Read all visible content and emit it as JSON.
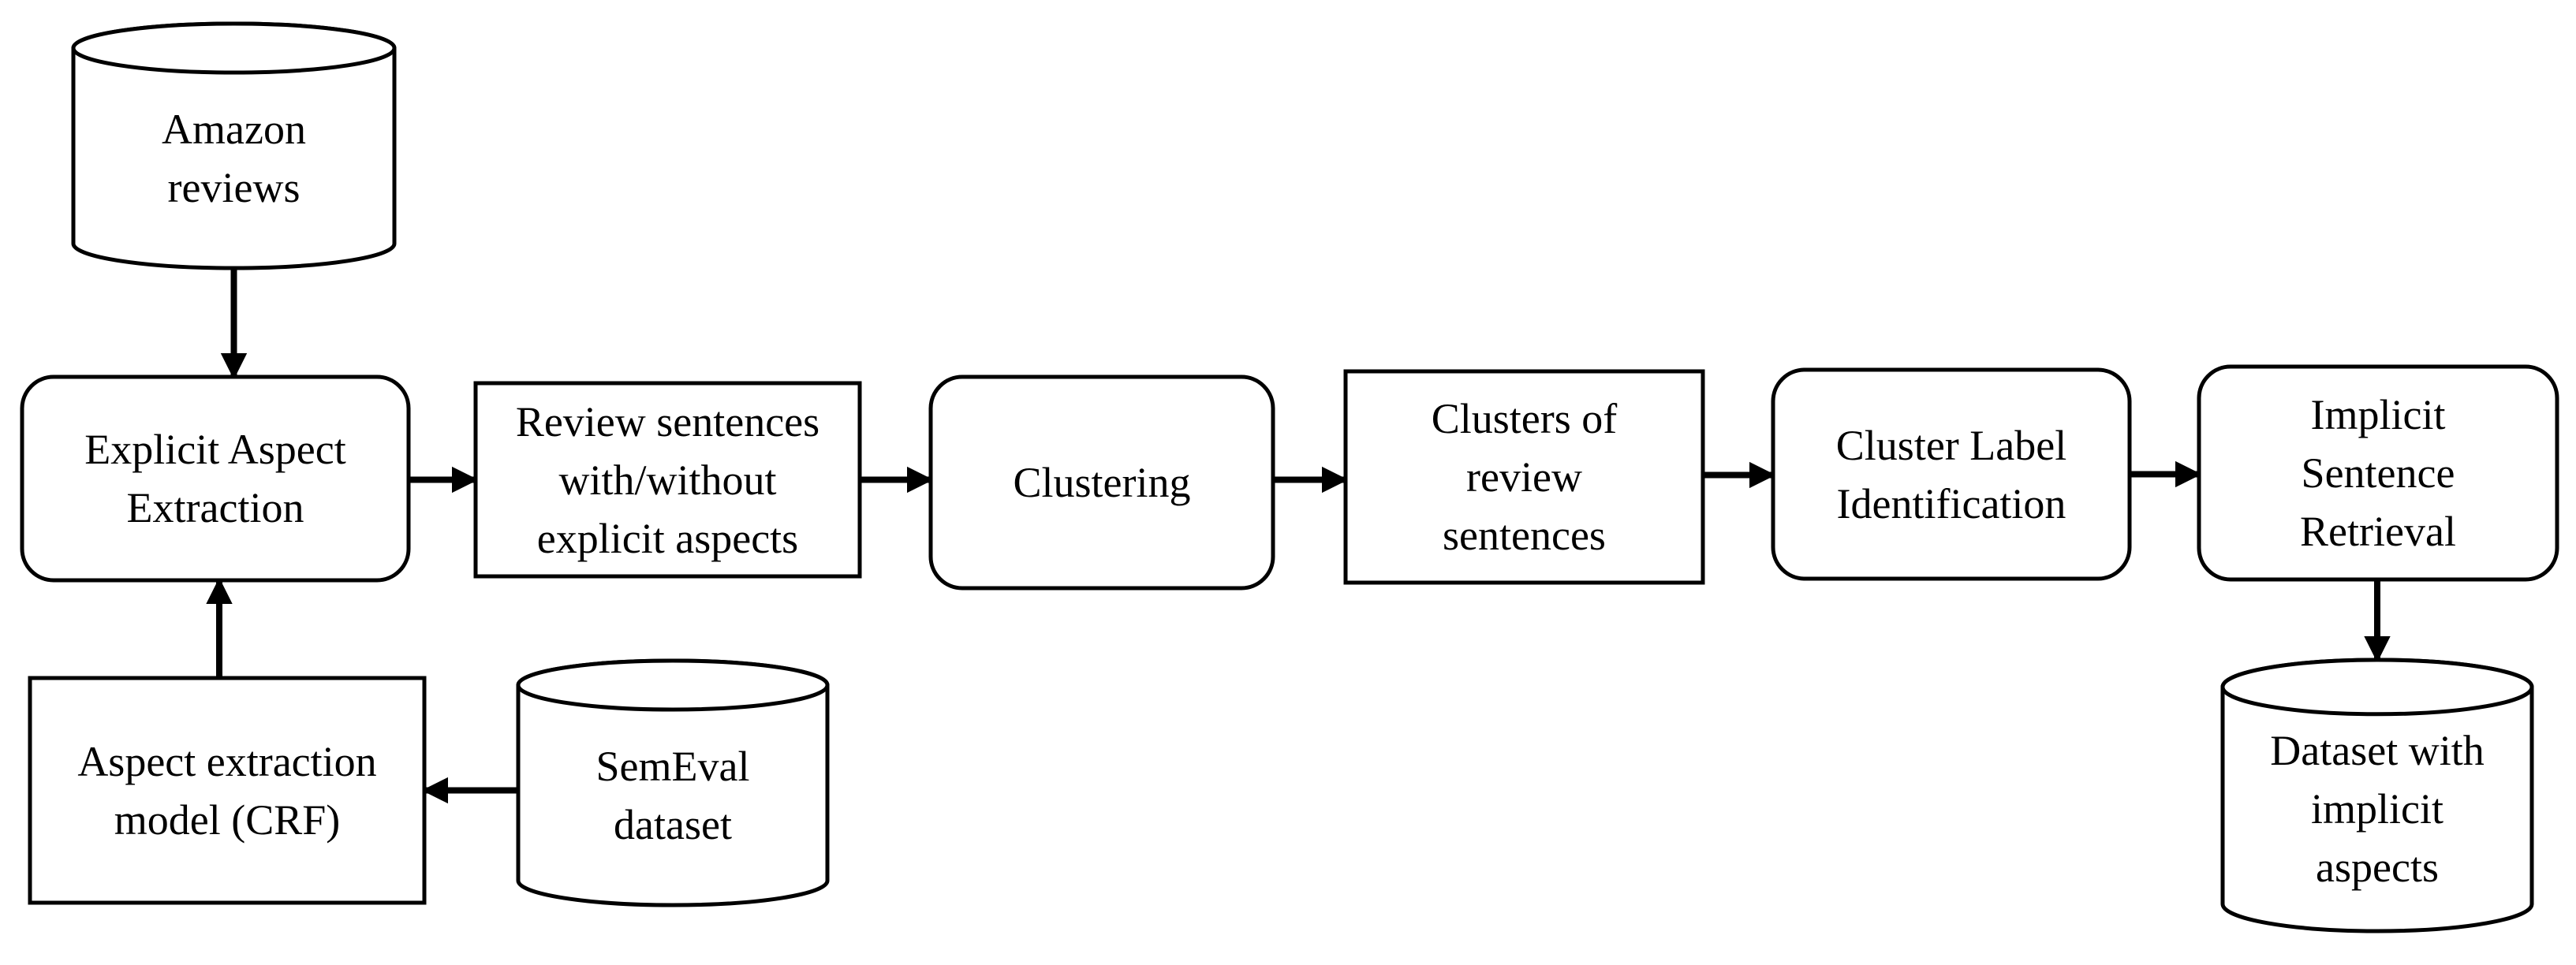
{
  "colors": {
    "stroke": "#000000",
    "fill": "#ffffff",
    "text": "#000000"
  },
  "nodes": {
    "amazon_reviews": {
      "shape": "cylinder",
      "text": "Amazon\nreviews"
    },
    "explicit_aspect_extraction": {
      "shape": "rounded-rect",
      "text": "Explicit Aspect\nExtraction"
    },
    "aspect_extraction_model": {
      "shape": "rect",
      "text": "Aspect extraction\nmodel (CRF)"
    },
    "semeval_dataset": {
      "shape": "cylinder",
      "text": "SemEval\ndataset"
    },
    "review_sentences": {
      "shape": "rect",
      "text": "Review sentences\nwith/without\nexplicit aspects"
    },
    "clustering": {
      "shape": "rounded-rect",
      "text": "Clustering"
    },
    "clusters_of_review_sentences": {
      "shape": "rect",
      "text": "Clusters of\nreview\nsentences"
    },
    "cluster_label_identification": {
      "shape": "rounded-rect",
      "text": "Cluster Label\nIdentification"
    },
    "implicit_sentence_retrieval": {
      "shape": "rounded-rect",
      "text": "Implicit\nSentence\nRetrieval"
    },
    "dataset_with_implicit_aspects": {
      "shape": "cylinder",
      "text": "Dataset with\nimplicit\naspects"
    }
  },
  "edges": [
    {
      "from": "amazon_reviews",
      "to": "explicit_aspect_extraction"
    },
    {
      "from": "aspect_extraction_model",
      "to": "explicit_aspect_extraction"
    },
    {
      "from": "semeval_dataset",
      "to": "aspect_extraction_model"
    },
    {
      "from": "explicit_aspect_extraction",
      "to": "review_sentences"
    },
    {
      "from": "review_sentences",
      "to": "clustering"
    },
    {
      "from": "clustering",
      "to": "clusters_of_review_sentences"
    },
    {
      "from": "clusters_of_review_sentences",
      "to": "cluster_label_identification"
    },
    {
      "from": "cluster_label_identification",
      "to": "implicit_sentence_retrieval"
    },
    {
      "from": "implicit_sentence_retrieval",
      "to": "dataset_with_implicit_aspects"
    }
  ]
}
